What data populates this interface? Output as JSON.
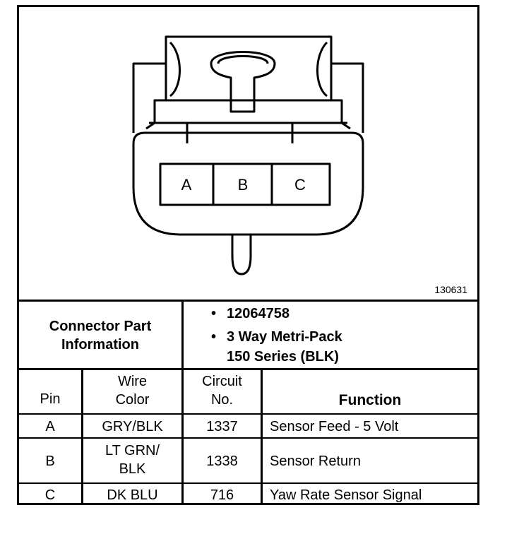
{
  "diagram": {
    "pins": [
      "A",
      "B",
      "C"
    ],
    "figure_number": "130631"
  },
  "connector_info": {
    "label_line1": "Connector Part",
    "label_line2": "Information",
    "part_number": "12064758",
    "description_line1": "3 Way Metri-Pack",
    "description_line2": "150 Series (BLK)",
    "bullet": "•"
  },
  "table": {
    "headers": {
      "pin": "Pin",
      "wire_line1": "Wire",
      "wire_line2": "Color",
      "circuit_line1": "Circuit",
      "circuit_line2": "No.",
      "function": "Function"
    },
    "rows": [
      {
        "pin": "A",
        "wire_line1": "GRY/BLK",
        "wire_line2": "",
        "circuit": "1337",
        "function": "Sensor Feed - 5 Volt"
      },
      {
        "pin": "B",
        "wire_line1": "LT GRN/",
        "wire_line2": "BLK",
        "circuit": "1338",
        "function": "Sensor Return"
      },
      {
        "pin": "C",
        "wire_line1": "DK BLU",
        "wire_line2": "",
        "circuit": "716",
        "function": "Yaw Rate Sensor Signal"
      }
    ]
  }
}
